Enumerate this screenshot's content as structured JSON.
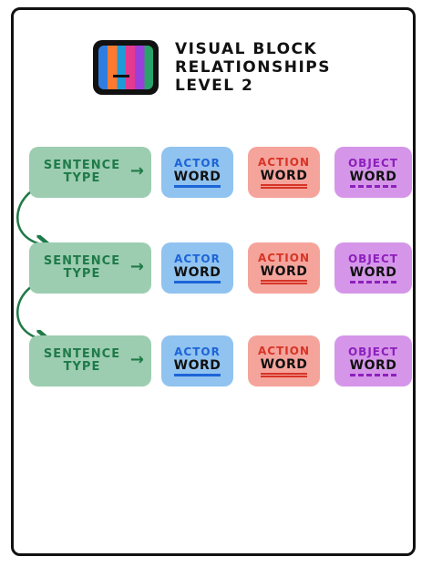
{
  "title": {
    "lines": [
      "VISUAL BLOCK",
      "RELATIONSHIPS",
      "LEVEL 2"
    ]
  },
  "rows": [
    {
      "sentence": {
        "line1": "SENTENCE",
        "line2": "TYPE"
      },
      "actor": {
        "label": "ACTOR",
        "word": "WORD"
      },
      "action": {
        "label": "ACTION",
        "word": "WORD"
      },
      "object": {
        "label": "OBJECT",
        "word": "WORD"
      }
    },
    {
      "sentence": {
        "line1": "SENTENCE",
        "line2": "TYPE"
      },
      "actor": {
        "label": "ACTOR",
        "word": "WORD"
      },
      "action": {
        "label": "ACTION",
        "word": "WORD"
      },
      "object": {
        "label": "OBJECT",
        "word": "WORD"
      }
    },
    {
      "sentence": {
        "line1": "SENTENCE",
        "line2": "TYPE"
      },
      "actor": {
        "label": "ACTOR",
        "word": "WORD"
      },
      "action": {
        "label": "ACTION",
        "word": "WORD"
      },
      "object": {
        "label": "OBJECT",
        "word": "WORD"
      }
    }
  ],
  "colors": {
    "sentence": "#9ccdb0",
    "actor": "#90c3ef",
    "action": "#f5a49c",
    "object": "#d596e9",
    "connector": "#1f7a48"
  },
  "icons": {
    "logo": "tv-color-bars-icon",
    "arrow": "arrow-right-icon"
  }
}
